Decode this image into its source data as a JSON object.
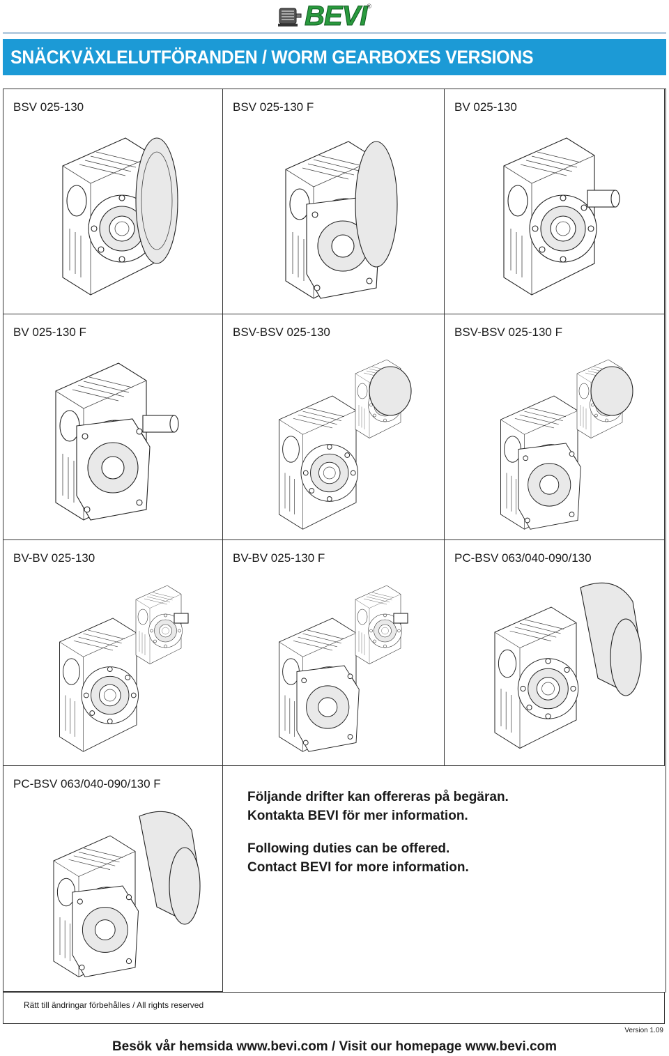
{
  "brand": {
    "logo_text": "BEVI",
    "registered_mark": "®",
    "logo_color": "#2a9a3e"
  },
  "header": {
    "title": "SNÄCKVÄXLELUTFÖRANDEN / WORM GEARBOXES VERSIONS",
    "band_color": "#1c9ad6"
  },
  "versions": [
    {
      "label": "BSV 025-130",
      "icon": "worm-gearbox-flange-icon"
    },
    {
      "label": "BSV 025-130 F",
      "icon": "worm-gearbox-flange-f-icon"
    },
    {
      "label": "BV 025-130",
      "icon": "worm-gearbox-shaft-icon"
    },
    {
      "label": "BV 025-130 F",
      "icon": "worm-gearbox-shaft-f-icon"
    },
    {
      "label": "BSV-BSV 025-130",
      "icon": "double-worm-gearbox-icon"
    },
    {
      "label": "BSV-BSV 025-130 F",
      "icon": "double-worm-gearbox-f-icon"
    },
    {
      "label": "BV-BV 025-130",
      "icon": "double-worm-gearbox-shaft-icon"
    },
    {
      "label": "BV-BV 025-130 F",
      "icon": "double-worm-gearbox-shaft-f-icon"
    },
    {
      "label": "PC-BSV 063/040-090/130",
      "icon": "helical-worm-gearbox-icon"
    },
    {
      "label": "PC-BSV 063/040-090/130 F",
      "icon": "helical-worm-gearbox-f-icon"
    }
  ],
  "note": {
    "sv_line1": "Följande drifter kan offereras på begäran.",
    "sv_line2": "Kontakta BEVI för mer information.",
    "en_line1": "Following duties can be offered.",
    "en_line2": "Contact BEVI for more information."
  },
  "footer": {
    "rights": "Rätt till ändringar förbehålles / All rights reserved",
    "version": "Version 1.09",
    "visit": "Besök vår hemsida www.bevi.com / Visit our homepage www.bevi.com"
  }
}
